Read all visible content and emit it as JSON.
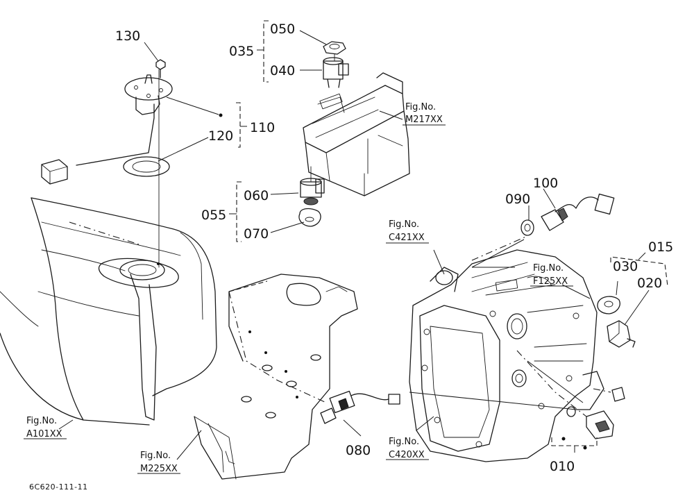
{
  "parts": {
    "p010": "010",
    "p015": "015",
    "p020": "020",
    "p030": "030",
    "p035": "035",
    "p040": "040",
    "p050": "050",
    "p055": "055",
    "p060": "060",
    "p070": "070",
    "p080": "080",
    "p090": "090",
    "p100": "100",
    "p110": "110",
    "p120": "120",
    "p130": "130"
  },
  "refs": [
    {
      "prefix": "Fig.No.",
      "code": "M217XX"
    },
    {
      "prefix": "Fig.No.",
      "code": "C421XX"
    },
    {
      "prefix": "Fig.No.",
      "code": "F125XX"
    },
    {
      "prefix": "Fig.No.",
      "code": "A101XX"
    },
    {
      "prefix": "Fig.No.",
      "code": "M225XX"
    },
    {
      "prefix": "Fig.No.",
      "code": "C420XX"
    }
  ],
  "drawing_code": "6C620-111-11"
}
